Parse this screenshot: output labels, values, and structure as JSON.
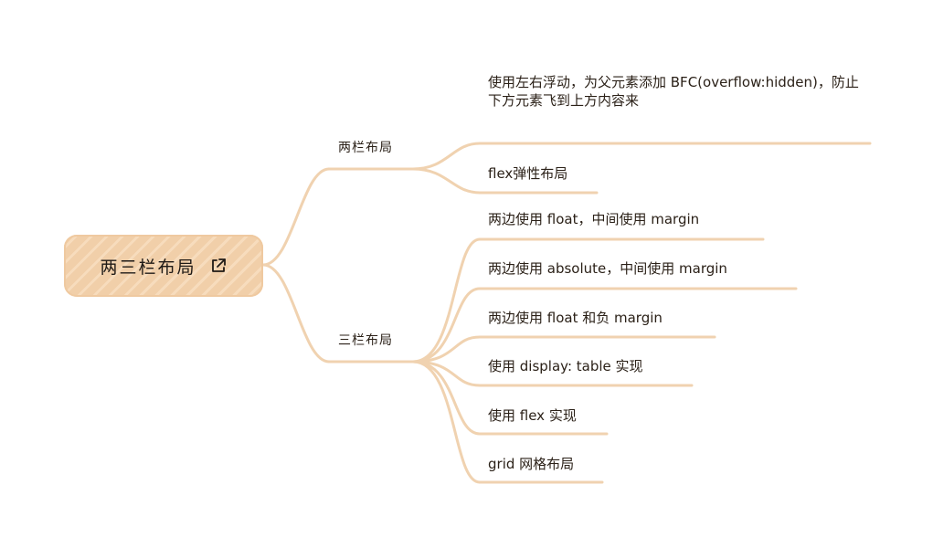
{
  "root": {
    "label": "两三栏布局",
    "icon": "external-link-icon"
  },
  "branches": [
    {
      "label": "两栏布局",
      "children": [
        "使用左右浮动，为父元素添加 BFC(overflow:hidden)，防止下方元素飞到上方内容来",
        "flex弹性布局"
      ]
    },
    {
      "label": "三栏布局",
      "children": [
        "两边使用 float，中间使用 margin",
        "两边使用 absolute，中间使用 margin",
        "两边使用 float 和负 margin",
        "使用 display: table 实现",
        "使用 flex 实现",
        "grid 网格布局"
      ]
    }
  ],
  "colors": {
    "line": "#f0d2b0",
    "root_fill": "#f1cfa9",
    "text": "#2b2118"
  }
}
